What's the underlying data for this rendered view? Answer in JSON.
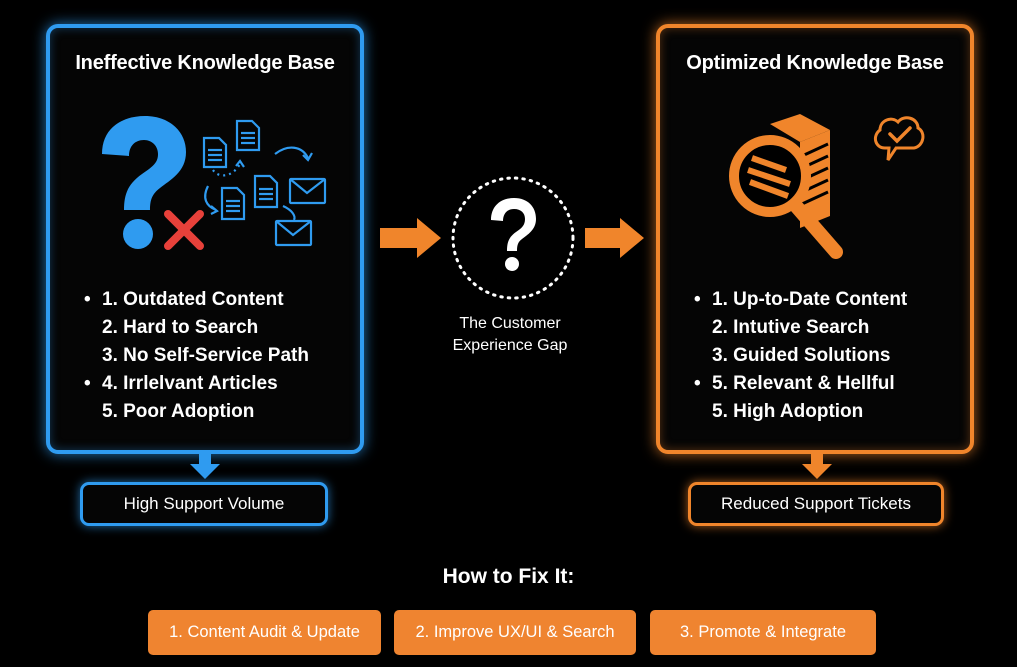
{
  "colors": {
    "blue": "#2f9bf0",
    "orange": "#f0852b",
    "red": "#e8413a",
    "background": "#000000"
  },
  "left_panel": {
    "title": "Ineffective Knowledge Base",
    "icons": [
      "question-mark-icon",
      "red-x-icon",
      "document-icon",
      "envelope-icon",
      "curved-arrow-icon"
    ],
    "items": [
      {
        "text": "1. Outdated Content",
        "bullet": true
      },
      {
        "text": "2. Hard to Search",
        "bullet": false
      },
      {
        "text": "3. No Self-Service Path",
        "bullet": false
      },
      {
        "text": "4. Irrlelvant Articles",
        "bullet": true
      },
      {
        "text": "5. Poor Adoption",
        "bullet": false
      }
    ],
    "outcome": "High Support Volume"
  },
  "center": {
    "icon": "question-mark-icon",
    "label_line1": "The Customer",
    "label_line2": "Experience Gap"
  },
  "right_panel": {
    "title": "Optimized Knowledge Base",
    "icons": [
      "magnifier-icon",
      "document-stack-icon",
      "chat-check-icon"
    ],
    "items": [
      {
        "text": "1. Up-to-Date Content",
        "bullet": true
      },
      {
        "text": "2. Intutive Search",
        "bullet": false
      },
      {
        "text": "3. Guided Solutions",
        "bullet": false
      },
      {
        "text": "5. Relevant & Hellful",
        "bullet": true
      },
      {
        "text": "5. High Adoption",
        "bullet": false
      }
    ],
    "outcome": "Reduced Support Tickets"
  },
  "fix": {
    "title": "How to Fix It:",
    "steps": [
      "1. Content Audit & Update",
      "2. Improve UX/UI & Search",
      "3. Promote & Integrate"
    ]
  }
}
